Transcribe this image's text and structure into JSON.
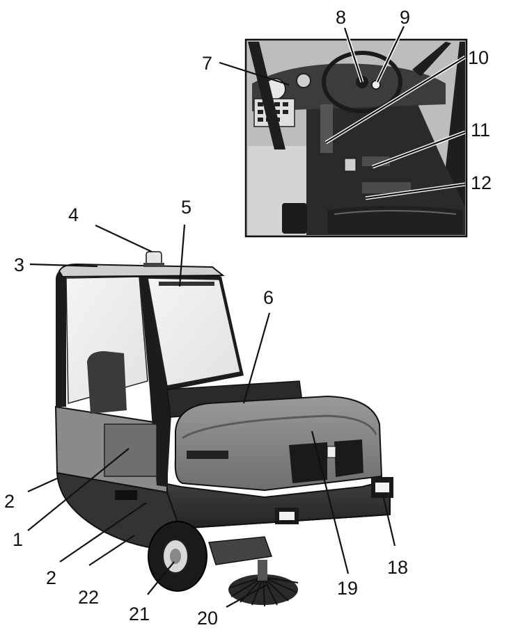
{
  "callouts": [
    {
      "id": "1",
      "text": "1"
    },
    {
      "id": "2a",
      "text": "2"
    },
    {
      "id": "2b",
      "text": "2"
    },
    {
      "id": "3",
      "text": "3"
    },
    {
      "id": "4",
      "text": "4"
    },
    {
      "id": "5",
      "text": "5"
    },
    {
      "id": "6",
      "text": "6"
    },
    {
      "id": "7",
      "text": "7"
    },
    {
      "id": "8",
      "text": "8"
    },
    {
      "id": "9",
      "text": "9"
    },
    {
      "id": "10",
      "text": "10"
    },
    {
      "id": "11",
      "text": "11"
    },
    {
      "id": "12",
      "text": "12"
    },
    {
      "id": "18",
      "text": "18"
    },
    {
      "id": "19",
      "text": "19"
    },
    {
      "id": "20",
      "text": "20"
    },
    {
      "id": "21",
      "text": "21"
    },
    {
      "id": "22",
      "text": "22"
    }
  ]
}
